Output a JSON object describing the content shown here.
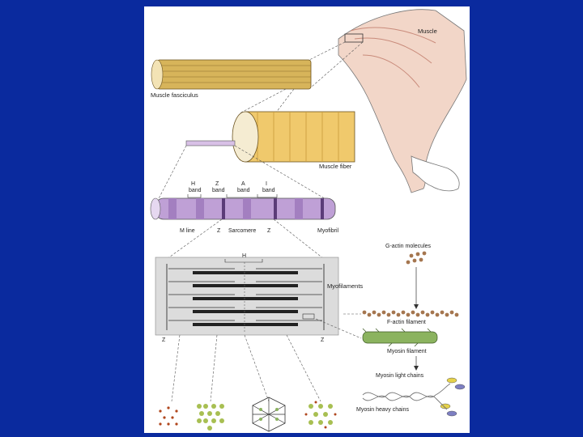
{
  "labels": {
    "muscle": "Muscle",
    "fasciculus": "Muscle fasciculus",
    "fiber": "Muscle fiber",
    "h_band": [
      "H",
      "band"
    ],
    "z_band": [
      "Z",
      "band"
    ],
    "a_band": [
      "A",
      "band"
    ],
    "i_band": [
      "I",
      "band"
    ],
    "m_line": "M line",
    "z_left": "Z",
    "sarcomere": "Sarcomere",
    "z_right": "Z",
    "myofibril": "Myofibril",
    "h_zone": "H",
    "myofilaments": "Myofilaments",
    "z_bottom_left": "Z",
    "z_bottom_right": "Z",
    "g_actin": "G-actin molecules",
    "f_actin": "F-actin filament",
    "myosin_filament": "Myosin filament",
    "myosin_light": "Myosin light chains",
    "myosin_heavy": "Myosin heavy chains"
  },
  "colors": {
    "background": "#0a2a9e",
    "fascicle": "#d7b45a",
    "fiber": "#f0c96c",
    "myofibril": "#bfa0d6",
    "actin": "#a5764f",
    "myosin": "#8bb35f",
    "arm": "#f2d6c8"
  }
}
